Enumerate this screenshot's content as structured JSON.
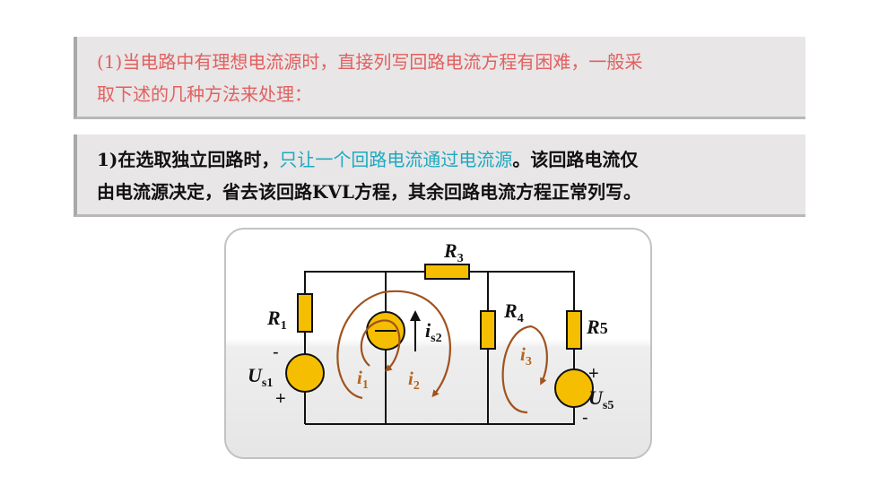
{
  "box1": {
    "line1": "(1)当电路中有理想电流源时，直接列写回路电流方程有困难，一般采",
    "line2": "取下述的几种方法来处理："
  },
  "box2": {
    "line1_a": "1)在选取独立回路时，",
    "line1_hl": "只让一个回路电流通过电流源",
    "line1_b": "。该回路电流仅",
    "line2": "由电流源决定，省去该回路KVL方程，其余回路电流方程正常列写。"
  },
  "circuit": {
    "R1": "R",
    "R1_sub": "1",
    "R3": "R",
    "R3_sub": "3",
    "R4": "R",
    "R4_sub": "4",
    "R5": "R",
    "R5_sub": "5",
    "Us1": "U",
    "Us1_sub": "s1",
    "Us5": "U",
    "Us5_sub": "s5",
    "is2": "i",
    "is2_sub": "s2",
    "i1": "i",
    "i1_sub": "1",
    "i2": "i",
    "i2_sub": "2",
    "i3": "i",
    "i3_sub": "3",
    "minus": "-",
    "plus": "+"
  },
  "colors": {
    "accent_red": "#e26060",
    "accent_cyan": "#1da9c2",
    "component_fill": "#f5be00",
    "current_arrow": "#a0521d"
  }
}
